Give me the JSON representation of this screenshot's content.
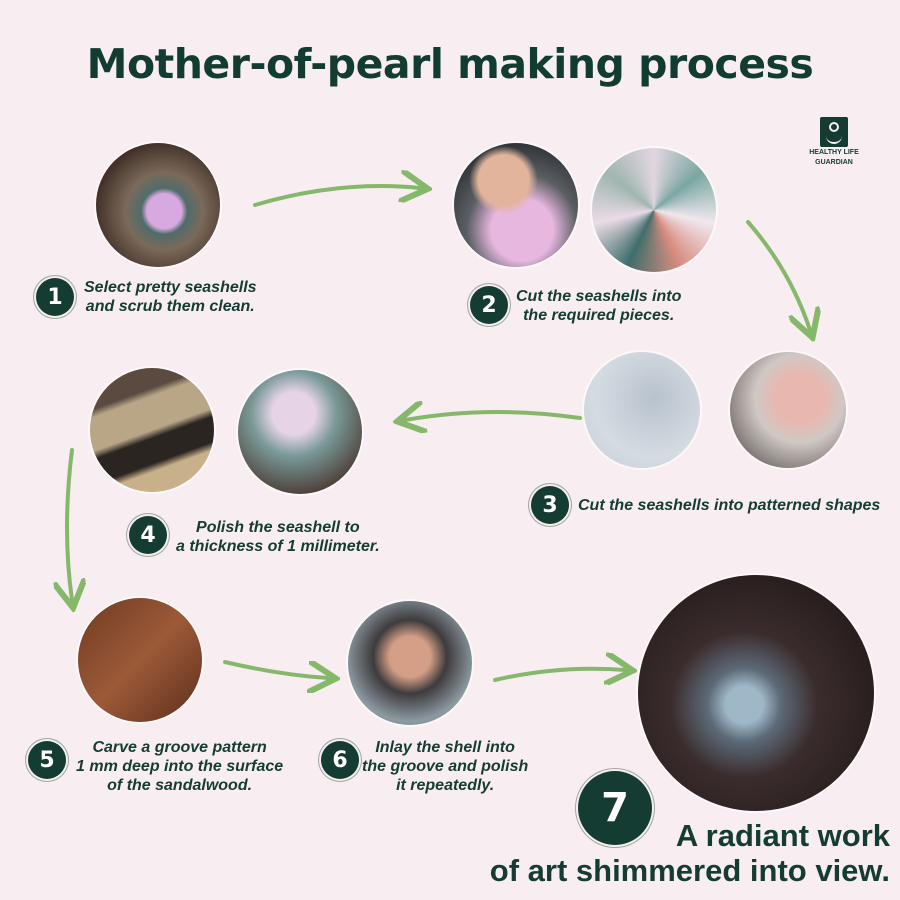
{
  "title": "Mother-of-pearl making process",
  "logo": {
    "line1": "HEALTHY LIFE",
    "line2": "GUARDIAN"
  },
  "colors": {
    "background": "#f8edf0",
    "primary": "#143c33",
    "arrow": "#86b86c"
  },
  "steps": [
    {
      "number": "1",
      "line1": "Select pretty seashells",
      "line2": "and scrub them clean."
    },
    {
      "number": "2",
      "line1": "Cut the seashells into",
      "line2": "the required pieces."
    },
    {
      "number": "3",
      "line1": "Cut the seashells into patterned shapes"
    },
    {
      "number": "4",
      "line1": "Polish the seashell to",
      "line2": "a thickness of 1 millimeter."
    },
    {
      "number": "5",
      "line1": "Carve a groove pattern",
      "line2": "1 mm deep into the surface",
      "line3": "of the sandalwood."
    },
    {
      "number": "6",
      "line1": "Inlay the shell into",
      "line2": "the groove and polish",
      "line3": "it repeatedly."
    },
    {
      "number": "7",
      "line1": "A radiant work",
      "line2": "of art shimmered into view."
    }
  ]
}
